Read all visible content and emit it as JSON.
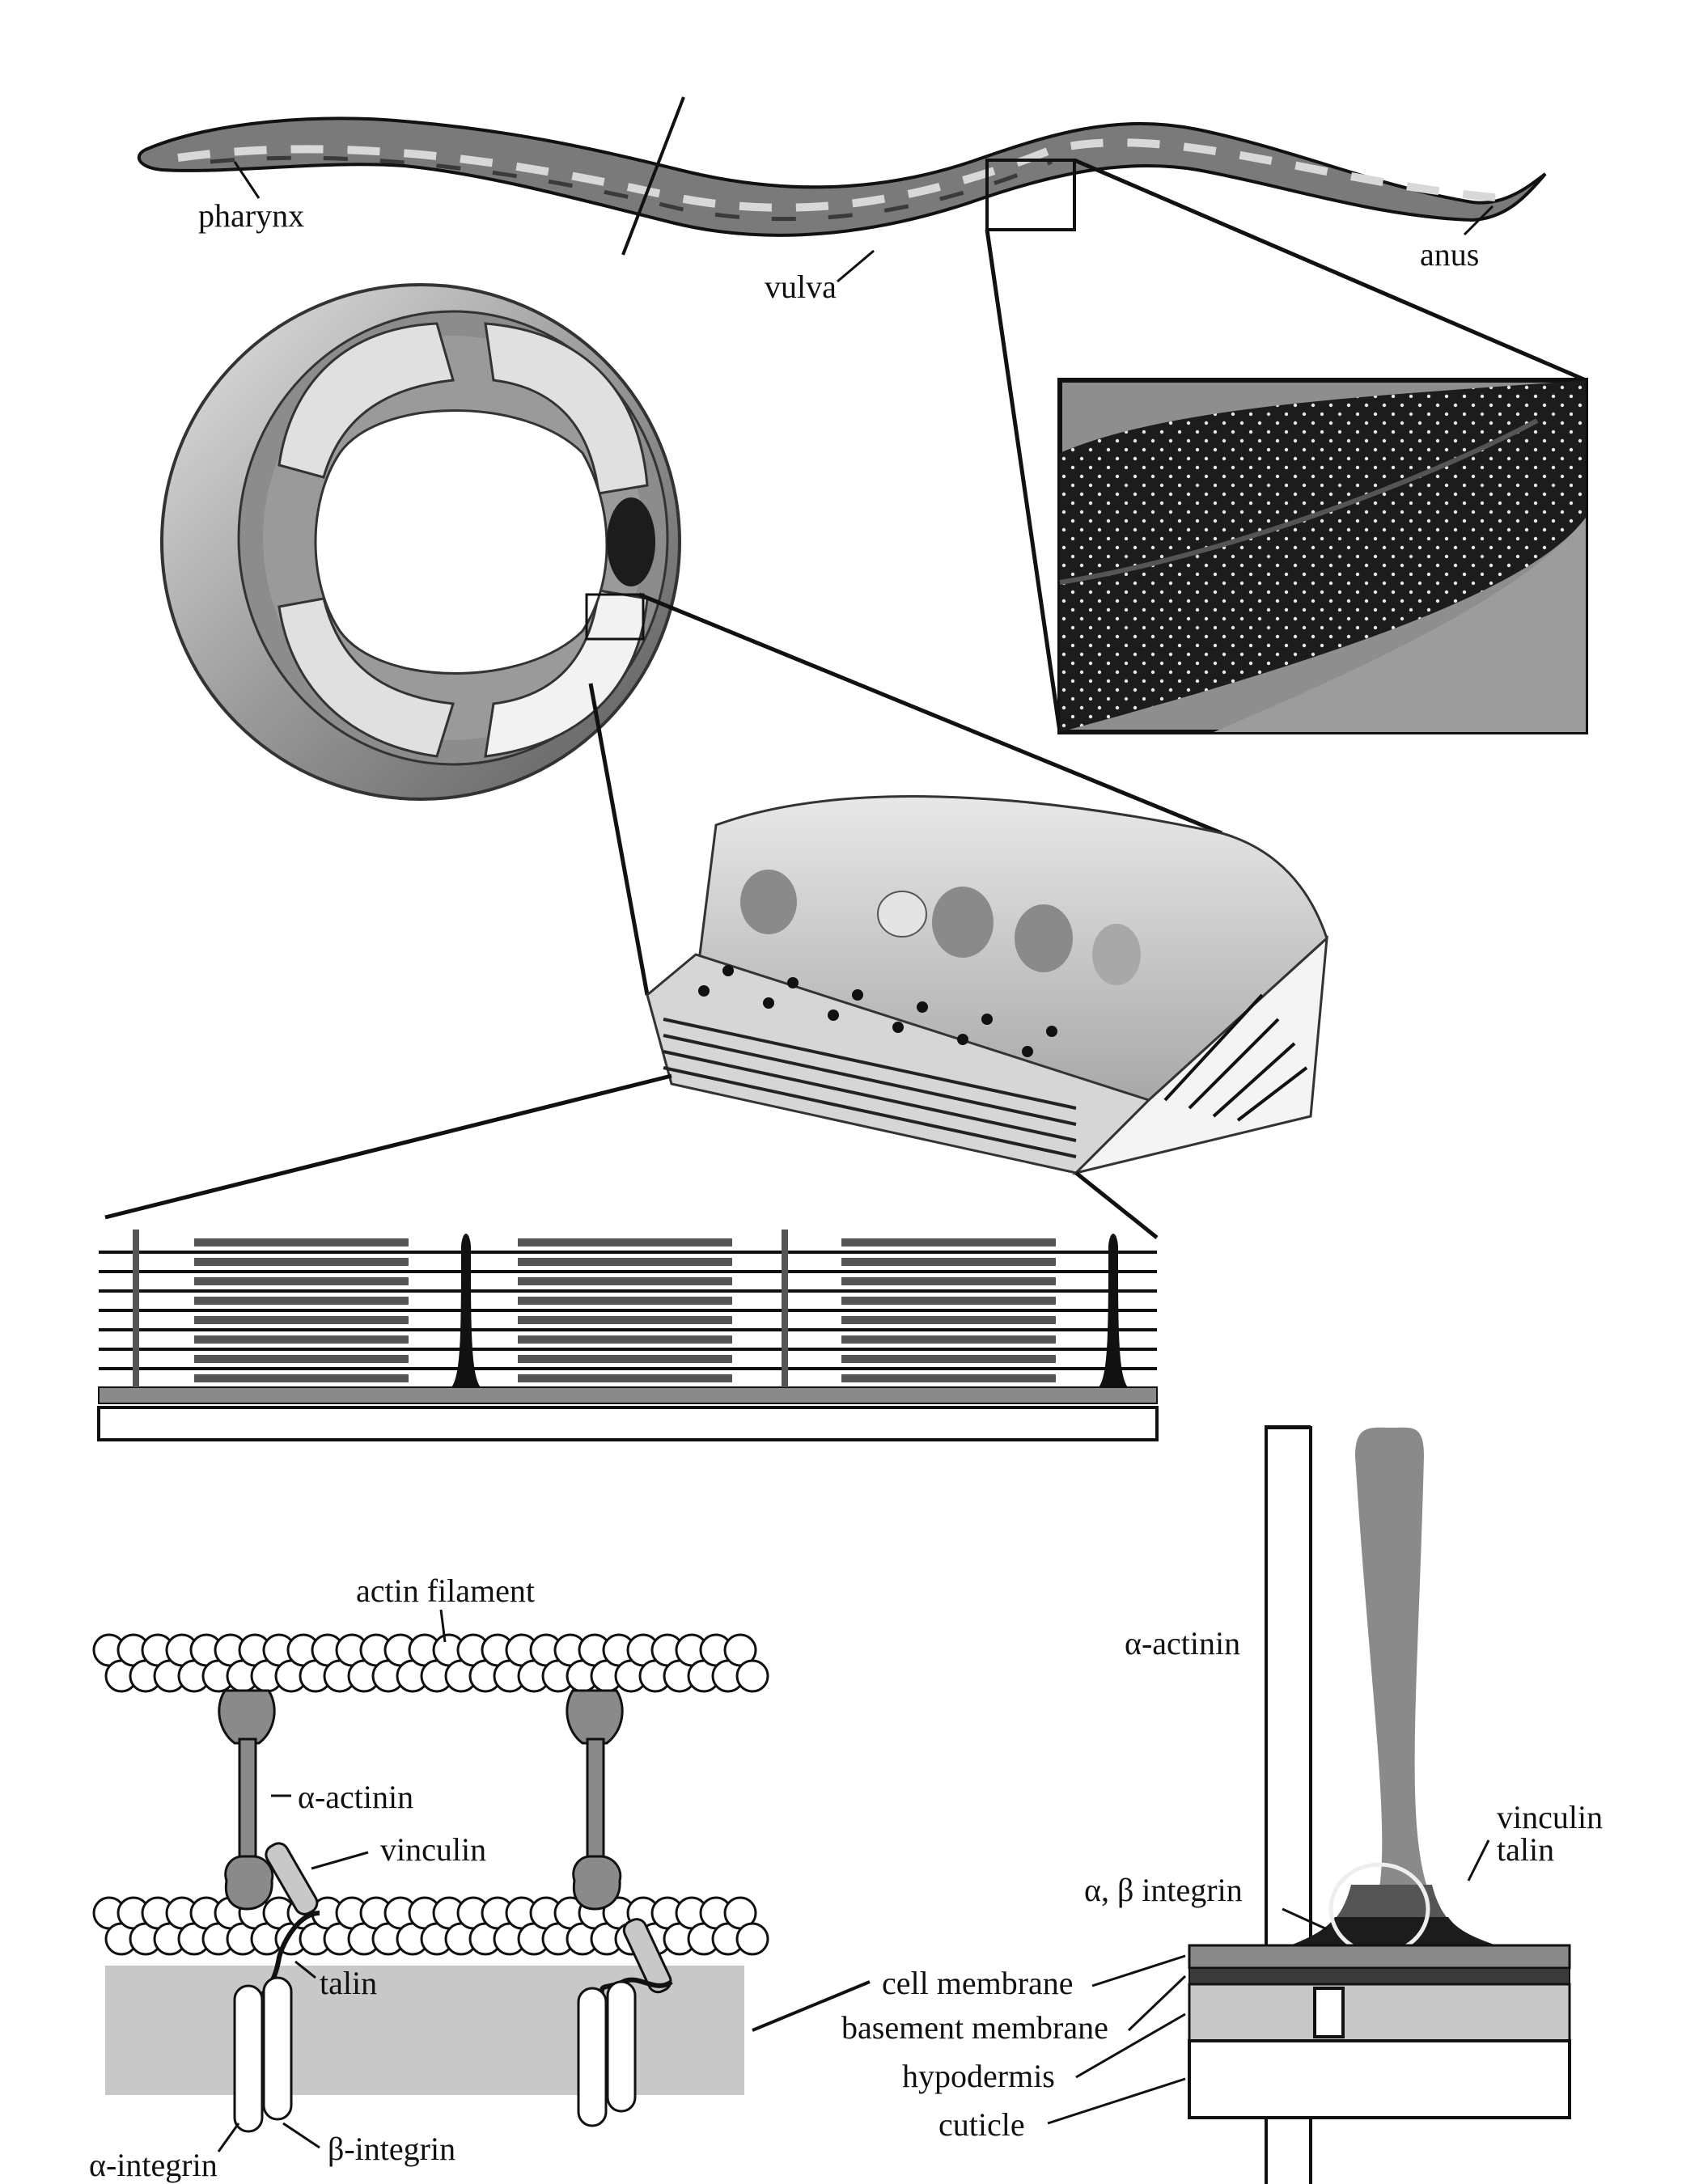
{
  "worm": {
    "labels": {
      "pharynx": "pharynx",
      "vulva": "vulva",
      "anus": "anus"
    }
  },
  "molecular": {
    "actin_filament": "actin filament",
    "alpha_actinin": "α-actinin",
    "vinculin": "vinculin",
    "talin": "talin",
    "alpha_integrin": "α-integrin",
    "beta_integrin": "β-integrin"
  },
  "dense_body": {
    "alpha_actinin": "α-actinin",
    "vinculin": "vinculin",
    "talin": "talin",
    "integrin": "α, β integrin",
    "cell_membrane": "cell membrane",
    "basement_membrane": "basement membrane",
    "hypodermis": "hypodermis",
    "cuticle": "cuticle"
  },
  "colors": {
    "ink": "#111111",
    "mid_gray": "#8a8a8a",
    "light_gray": "#c8c8c8",
    "dark_gray": "#3a3a3a",
    "panel_dark": "#1c1c1c"
  }
}
